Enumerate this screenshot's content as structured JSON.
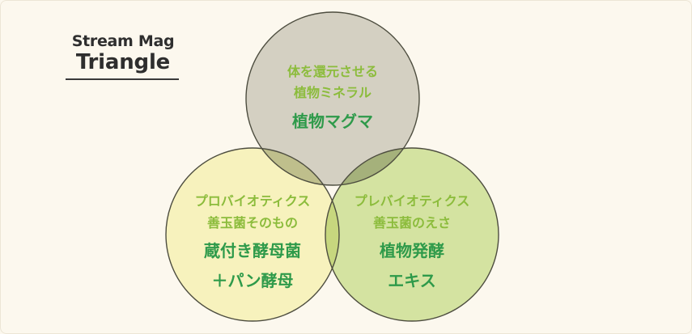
{
  "logo": {
    "line1": "Stream Mag",
    "line2": "Triangle"
  },
  "colors": {
    "background": "#fcf8ee",
    "top_circle": "#d4d0c2",
    "left_circle": "#f7f2bd",
    "right_circle": "#d4e3a1",
    "overlap_top_left": "#bfbf8c",
    "overlap_top_right": "#a5b17b",
    "overlap_left_right": "#c7d77e",
    "outline": "#4d4d3f",
    "label_light": "#8cbc3c",
    "label_strong": "#2e9a4a"
  },
  "circles": {
    "top": {
      "line1": "体を還元させる",
      "line2": "植物ミネラル",
      "title": "植物マグマ"
    },
    "left": {
      "line1": "プロバイオティクス",
      "line2": "善玉菌そのもの",
      "title1": "蔵付き酵母菌",
      "title2": "＋パン酵母"
    },
    "right": {
      "line1": "プレバイオティクス",
      "line2": "善玉菌のえさ",
      "title1": "植物発酵",
      "title2": "エキス"
    }
  }
}
